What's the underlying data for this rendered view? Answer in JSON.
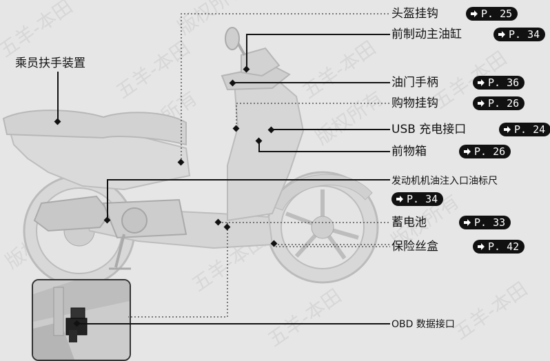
{
  "watermark_text": [
    "五羊-本田",
    "版权所有"
  ],
  "rider_grab_handle": {
    "label": "乘员扶手装置"
  },
  "callouts": [
    {
      "label": "头盔挂钩",
      "ref": "P. 25"
    },
    {
      "label": "前制动主油缸",
      "ref": "P. 34"
    },
    {
      "label": "油门手柄",
      "ref": "P. 36"
    },
    {
      "label": "购物挂钩",
      "ref": "P. 26"
    },
    {
      "label": "USB 充电接口",
      "ref": "P. 24"
    },
    {
      "label": "前物箱",
      "ref": "P. 26"
    },
    {
      "label": "发动机机油注入口油标尺",
      "ref": "P. 34"
    },
    {
      "label": "蓄电池",
      "ref": "P. 33"
    },
    {
      "label": "保险丝盒",
      "ref": "P. 42"
    },
    {
      "label": "OBD 数据接口"
    }
  ]
}
